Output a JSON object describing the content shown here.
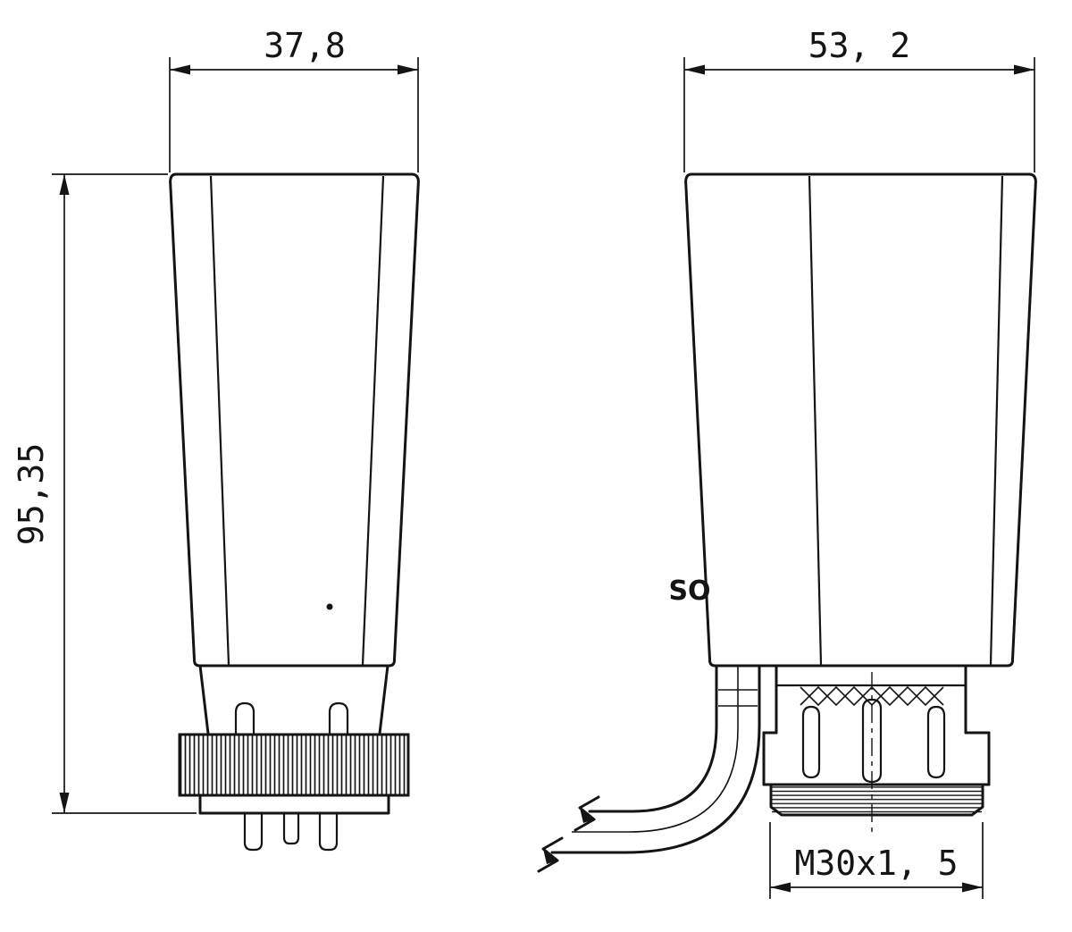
{
  "drawing": {
    "dim_front_width": "37,8",
    "dim_side_width": "53, 2",
    "dim_height": "95,35",
    "dim_thread": "M30x1, 5",
    "logo_text": "SO"
  }
}
